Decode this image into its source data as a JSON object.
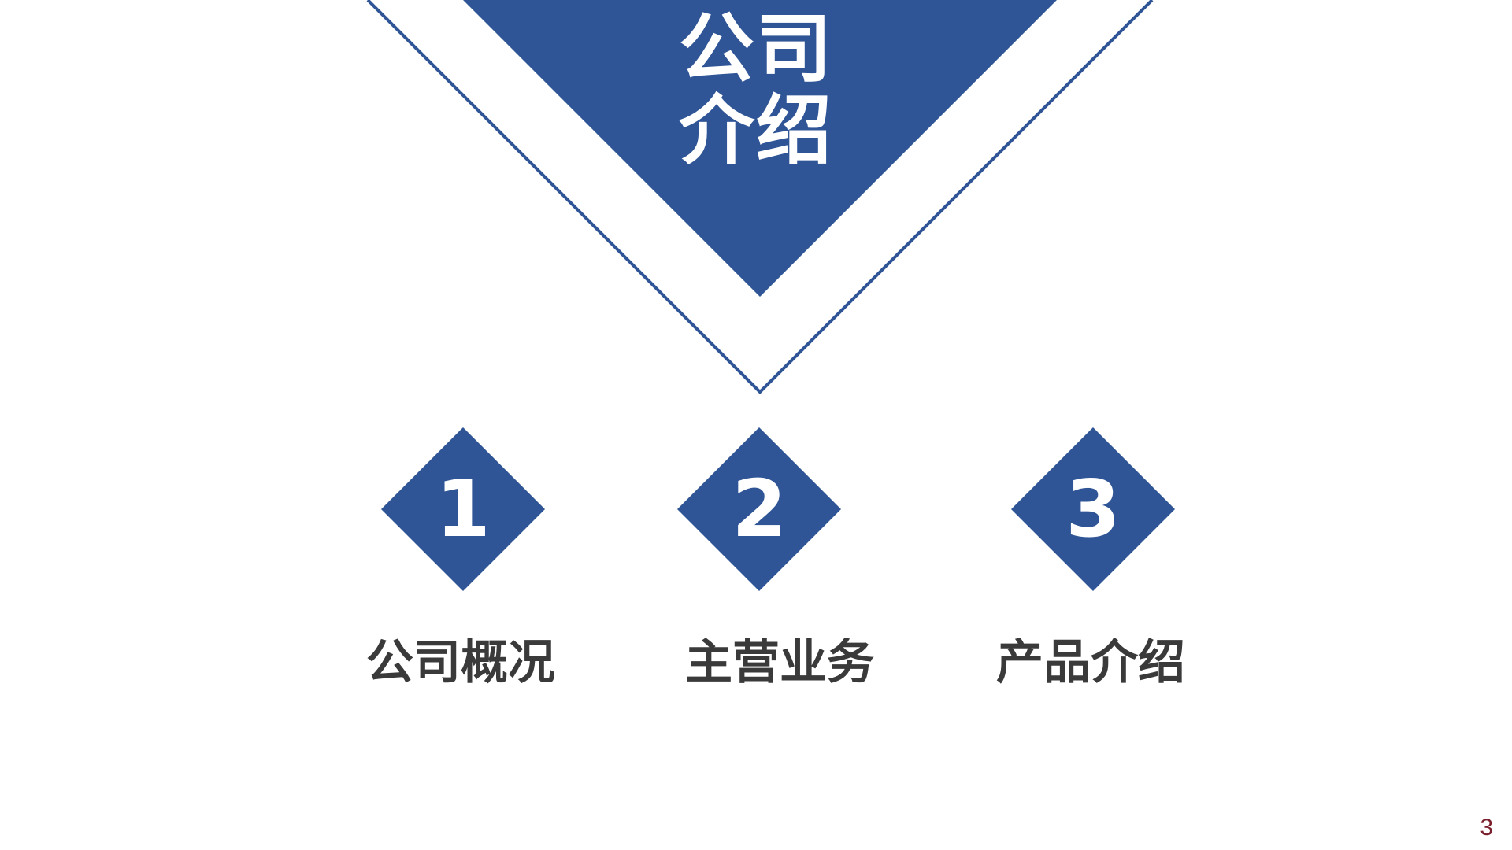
{
  "title": {
    "line1": "公司",
    "line2": "介绍"
  },
  "items": [
    {
      "number": "1",
      "label": "公司概况"
    },
    {
      "number": "2",
      "label": "主营业务"
    },
    {
      "number": "3",
      "label": "产品介绍"
    }
  ],
  "page_number": "3",
  "colors": {
    "accent": "#2f5597",
    "label_text": "#3a3a3a",
    "page_number": "#7a1f2b",
    "background": "#ffffff"
  }
}
